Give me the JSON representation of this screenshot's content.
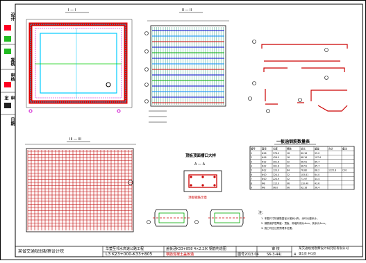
{
  "drawing": {
    "views": {
      "section_1": "I — I",
      "section_2": "II — II",
      "section_3": "III — III",
      "joint_detail_title": "顶板顶面槽口大样",
      "joint_detail_sub": "A — A",
      "joint_detail_note": "顶板钢筋示意",
      "rebar_table_title": "一板涵钢筋数量表"
    },
    "rebar_table": {
      "headers": [
        "编号",
        "直径",
        "长度",
        "根数",
        "总长",
        "重量",
        "合计",
        "备注"
      ],
      "rows": [
        [
          "1",
          "Φ16",
          "376.0",
          "16",
          "60.16",
          "95.0",
          "",
          ""
        ],
        [
          "2",
          "Φ16",
          "426.0",
          "16",
          "68.16",
          "107.6",
          "",
          ""
        ],
        [
          "3",
          "Φ12",
          "301.6",
          "32",
          "96.51",
          "85.7",
          "",
          ""
        ],
        [
          "4",
          "Φ12",
          "301.6",
          "32",
          "96.51",
          "85.7",
          "",
          ""
        ],
        [
          "5",
          "Φ12",
          "120.0",
          "64",
          "76.80",
          "68.2",
          "1225.8",
          "C30"
        ],
        [
          "6",
          "Φ10",
          "324.4",
          "32",
          "103.81",
          "64.0",
          "",
          ""
        ],
        [
          "7",
          "Φ10",
          "224.9",
          "32",
          "71.97",
          "44.4",
          "",
          ""
        ],
        [
          "8",
          "Φ8",
          "115.0",
          "96",
          "110.40",
          "43.6",
          "",
          ""
        ],
        [
          "9",
          "Φ8",
          "96.0",
          "96",
          "92.16",
          "36.4",
          "",
          ""
        ]
      ]
    },
    "notes": {
      "header": "注：",
      "lines": [
        "1. 本图尺寸除钢筋直径以毫米计外，余均以厘米计。",
        "2. 钢筋保护层厚度：顶板、侧墙外侧为4cm，其余为3cm。",
        "3. 施工时应注意预埋件位置。"
      ]
    },
    "side_labels": [
      "设计",
      "复核",
      "审核",
      "审定",
      "日期"
    ]
  },
  "title_block": {
    "company_left": "某省交通规划勘察设计院",
    "project_title": "华蓥至邻水高速公路工程",
    "contract": "L3  K23+000-K33+805",
    "drawing_title": "盖板涵K33+858 4×2.2米 钢筋构造图",
    "drawing_subtitle": "钢筋混凝土盖板涵",
    "check_label": "审 核",
    "design_label": "图号",
    "date": "2013.04",
    "drawing_no": "S6-3-44(",
    "sheet_no": "4",
    "company_right": "某交通规划勘察设计研究院有限公司",
    "company_right2": "第1页 共1页"
  }
}
